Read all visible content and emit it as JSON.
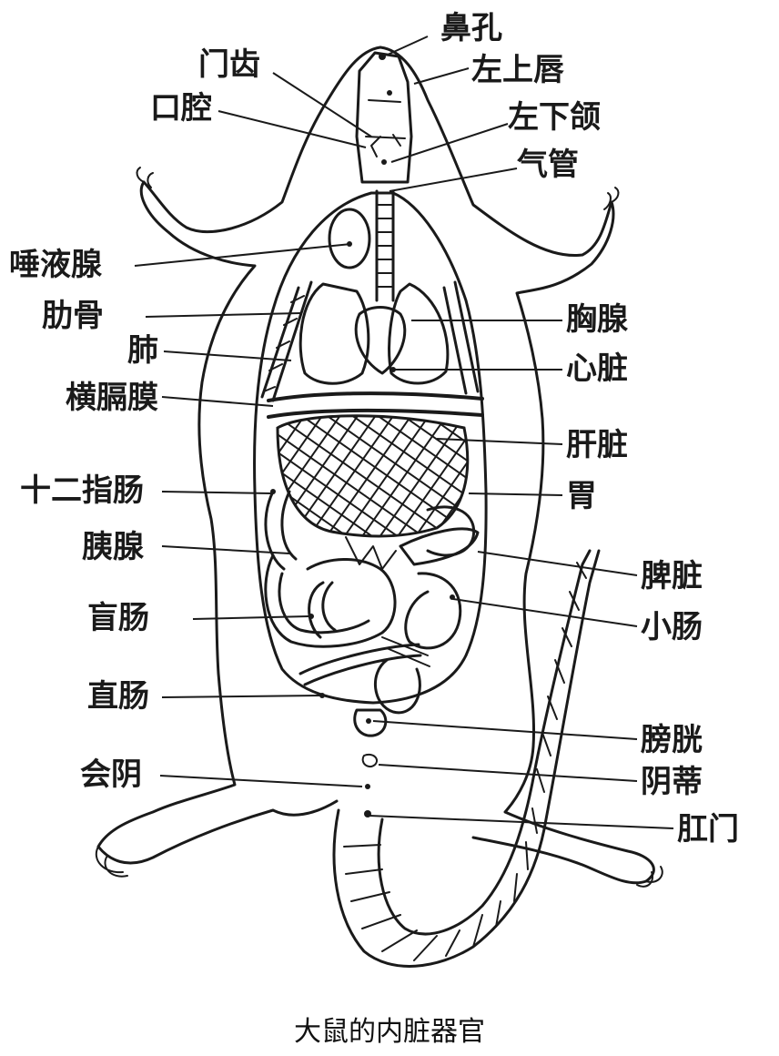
{
  "caption": "大鼠的内脏器官",
  "labels": {
    "nostril": "鼻孔",
    "incisor": "门齿",
    "left_upper_lip": "左上唇",
    "oral_cavity": "口腔",
    "left_lower_jaw": "左下颌",
    "trachea": "气管",
    "salivary_gland": "唾液腺",
    "rib": "肋骨",
    "lung": "肺",
    "diaphragm": "横膈膜",
    "duodenum": "十二指肠",
    "pancreas": "胰腺",
    "cecum": "盲肠",
    "rectum": "直肠",
    "perineum": "会阴",
    "thymus": "胸腺",
    "heart": "心脏",
    "liver": "肝脏",
    "stomach": "胃",
    "spleen": "脾脏",
    "small_intestine": "小肠",
    "bladder": "膀胱",
    "vagina": "阴蒂",
    "anus": "肛门"
  }
}
